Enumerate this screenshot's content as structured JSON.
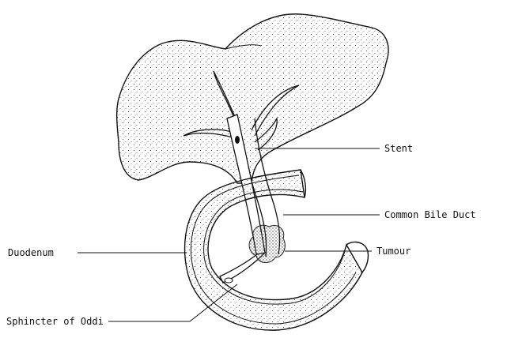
{
  "labels": {
    "stent": "Stent",
    "common_bile_duct": "Common Bile Duct",
    "duodenum": "Duodenum",
    "tumour": "Tumour",
    "sphincter_of_oddi": "Sphincter of Oddi"
  },
  "colors": {
    "ink": "#111111",
    "stipple": "#555555",
    "background": "#ffffff"
  }
}
